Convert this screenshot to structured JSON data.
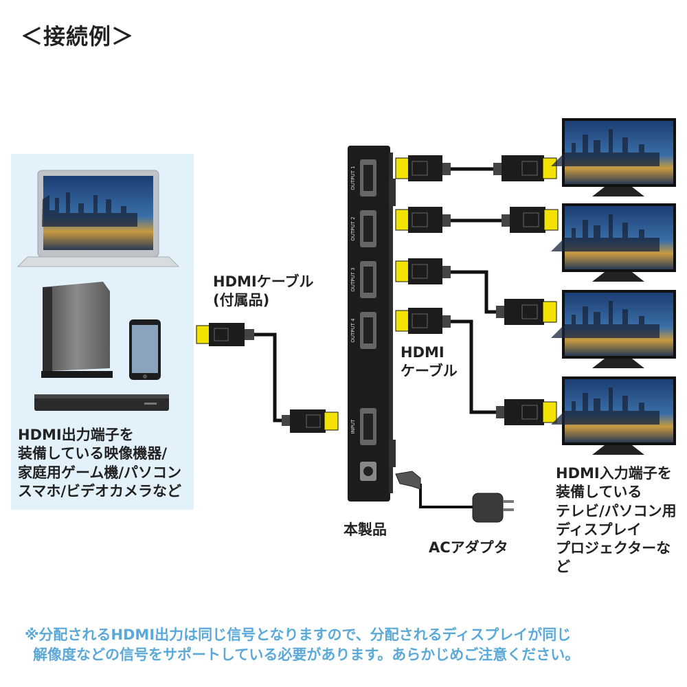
{
  "title": "＜接続例＞",
  "source_label": [
    "HDMI出力端子を",
    "装備している映像機器/",
    "家庭用ゲーム機/パソコン",
    "スマホ/ビデオカメラなど"
  ],
  "cable_label_1": [
    "HDMIケーブル",
    "(付属品)"
  ],
  "cable_label_2": [
    "HDMI",
    "ケーブル"
  ],
  "product_label": "本製品",
  "ac_label": "ACアダプタ",
  "display_label": [
    "HDMI入力端子を",
    "装備している",
    "テレビ/パソコン用",
    "ディスプレイ",
    "プロジェクターなど"
  ],
  "ports": [
    "OUTPUT 1",
    "OUTPUT 2",
    "OUTPUT 3",
    "OUTPUT 4",
    "INPUT"
  ],
  "note": [
    "※分配されるHDMI出力は同じ信号となりますので、分配されるディスプレイが同じ",
    "解像度などの信号をサポートしている必要があります。あらかじめご注意ください。"
  ],
  "colors": {
    "panel": "#e3f1fb",
    "note": "#5aa9d8",
    "connector": "#f2e200",
    "device": "#1c1c1c"
  }
}
